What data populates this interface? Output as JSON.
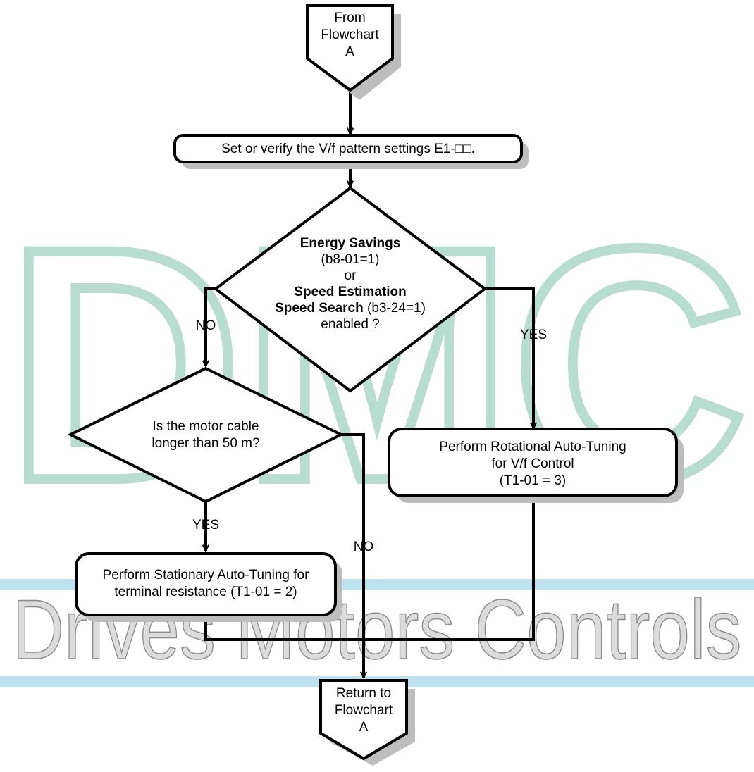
{
  "watermark": {
    "logo_text": "DMC",
    "tagline": "Drives Motors Controls",
    "color": "#b8dcd0",
    "band_color": "#bfe1ef"
  },
  "colors": {
    "line": "#000000",
    "shadow": "#bdbdbd",
    "fill": "#ffffff"
  },
  "start": {
    "line1": "From",
    "line2": "Flowchart",
    "line3": "A"
  },
  "step_vf": {
    "text": "Set or verify the V/f pattern settings E1-□□."
  },
  "decision_energy": {
    "line1": "Energy Savings",
    "line2": "(b8-01=1)",
    "line3": "or",
    "line4": "Speed Estimation",
    "line5_bold": "Speed Search",
    "line5_rest": " (b3-24=1)",
    "line6": "enabled ?"
  },
  "label_no_1": "NO",
  "label_yes_1": "YES",
  "decision_cable": {
    "line1": "Is the motor cable",
    "line2": "longer than 50 m?"
  },
  "label_yes_2": "YES",
  "label_no_2": "NO",
  "step_stationary": {
    "line1": "Perform Stationary Auto-Tuning for",
    "line2": "terminal resistance (T1-01 = 2)"
  },
  "step_rotational": {
    "line1": "Perform Rotational Auto-Tuning",
    "line2": "for V/f Control",
    "line3": "(T1-01 = 3)"
  },
  "end": {
    "line1": "Return to",
    "line2": "Flowchart",
    "line3": "A"
  }
}
